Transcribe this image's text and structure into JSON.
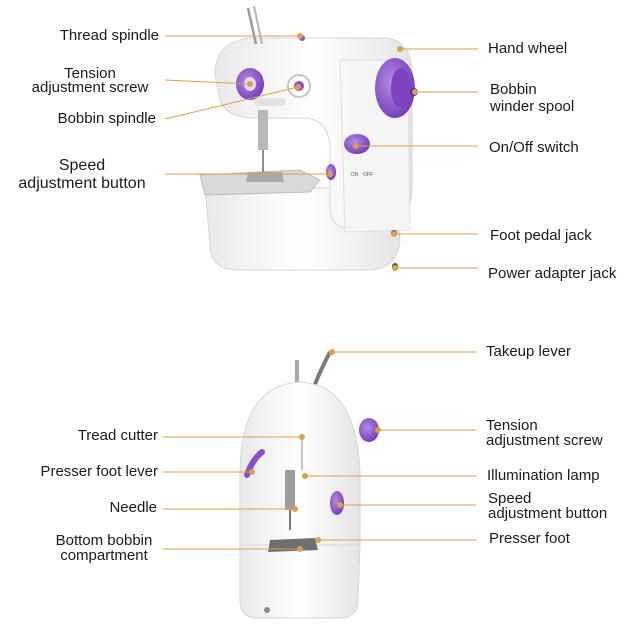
{
  "colors": {
    "leader": "#d8a24a",
    "accent": "#8a4fc9",
    "body": "#f3f3f3",
    "outline": "#d6d6d6",
    "text": "#1a1a1a"
  },
  "top": {
    "labels": {
      "thread_spindle": "Thread spindle",
      "tension_screw_1": "Tension",
      "tension_screw_2": "adjustment screw",
      "bobbin_spindle": "Bobbin spindle",
      "speed_button_1": "Speed",
      "speed_button_2": "adjustment button",
      "hand_wheel": "Hand wheel",
      "winder_1": "Bobbin",
      "winder_2": "winder spool",
      "onoff": "On/Off switch",
      "foot_pedal": "Foot pedal jack",
      "power_adapter": "Power adapter jack"
    },
    "machine_text": {
      "on": "ON",
      "off": "OFF"
    }
  },
  "bottom": {
    "labels": {
      "takeup": "Takeup lever",
      "tread_cutter": "Tread cutter",
      "tension_1": "Tension",
      "tension_2": "adjustment screw",
      "presser_lever": "Presser foot lever",
      "lamp": "Illumination lamp",
      "needle": "Needle",
      "speed_1": "Speed",
      "speed_2": "adjustment button",
      "bobbin_comp_1": "Bottom bobbin",
      "bobbin_comp_2": "compartment",
      "presser_foot": "Presser foot"
    }
  }
}
